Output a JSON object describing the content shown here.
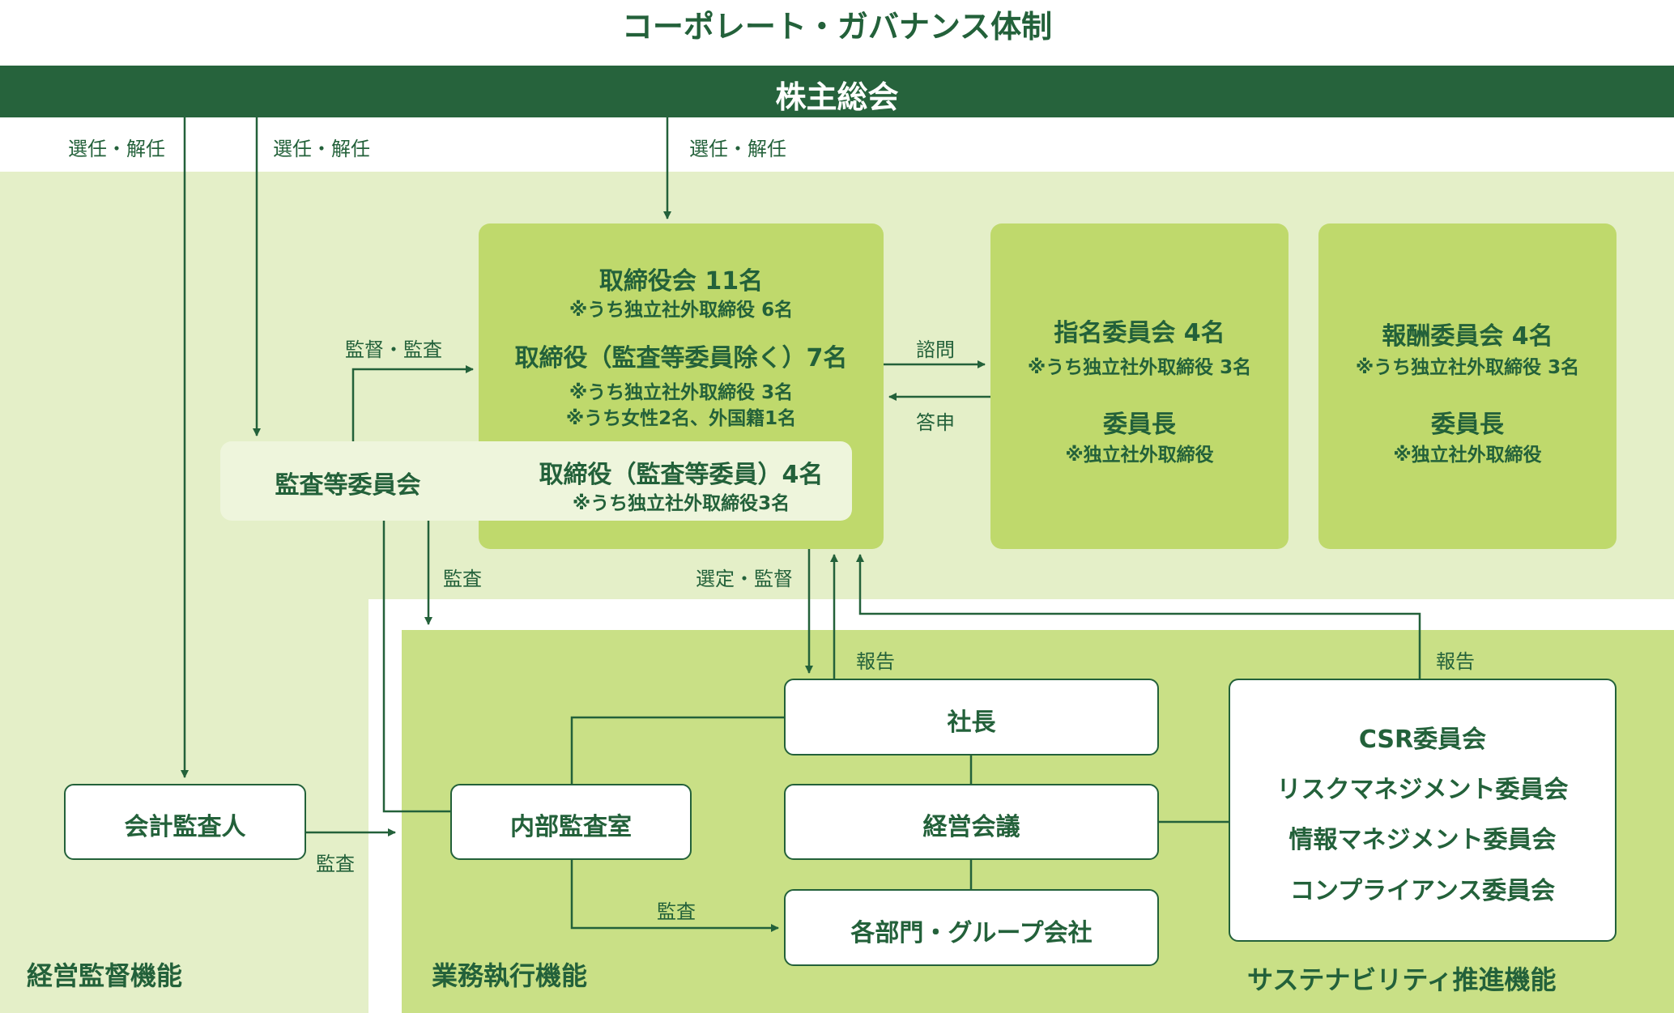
{
  "title": "コーポレート・ガバナンス体制",
  "header": "株主総会",
  "zones": {
    "supervision": "経営監督機能",
    "execution": "業務執行機能",
    "sustainability": "サステナビリティ推進機能"
  },
  "board": {
    "line1": "取締役会 11名",
    "line2": "※うち独立社外取締役 6名",
    "line3": "取締役（監査等委員除く）7名",
    "line4": "※うち独立社外取締役 3名",
    "line5": "※うち女性2名、外国籍1名",
    "line6": "取締役（監査等委員）4名",
    "line7": "※うち独立社外取締役3名"
  },
  "audit_committee": "監査等委員会",
  "nomination": {
    "title": "指名委員会 4名",
    "note": "※うち独立社外取締役 3名",
    "chair": "委員長",
    "chair_note": "※独立社外取締役"
  },
  "remuneration": {
    "title": "報酬委員会 4名",
    "note": "※うち独立社外取締役 3名",
    "chair": "委員長",
    "chair_note": "※独立社外取締役"
  },
  "execution_boxes": {
    "president": "社長",
    "management_meeting": "経営会議",
    "departments": "各部門・グループ会社",
    "internal_audit": "内部監査室",
    "accounting_auditor": "会計監査人"
  },
  "committees": [
    "CSR委員会",
    "リスクマネジメント委員会",
    "情報マネジメント委員会",
    "コンプライアンス委員会"
  ],
  "labels": {
    "appoint1": "選任・解任",
    "appoint2": "選任・解任",
    "appoint3": "選任・解任",
    "supervise_audit": "監督・監査",
    "consult": "諮問",
    "report_back": "答申",
    "audit1": "監査",
    "select_supervise": "選定・監督",
    "report1": "報告",
    "report2": "報告",
    "audit2": "監査",
    "audit3": "監査"
  },
  "colors": {
    "dark_green": "#26633c",
    "text_green": "#23613a",
    "zone_light": "#e4efc8",
    "zone_mid": "#c9e086",
    "box_green": "#bfd96c",
    "box_pale": "#eef5dc"
  }
}
